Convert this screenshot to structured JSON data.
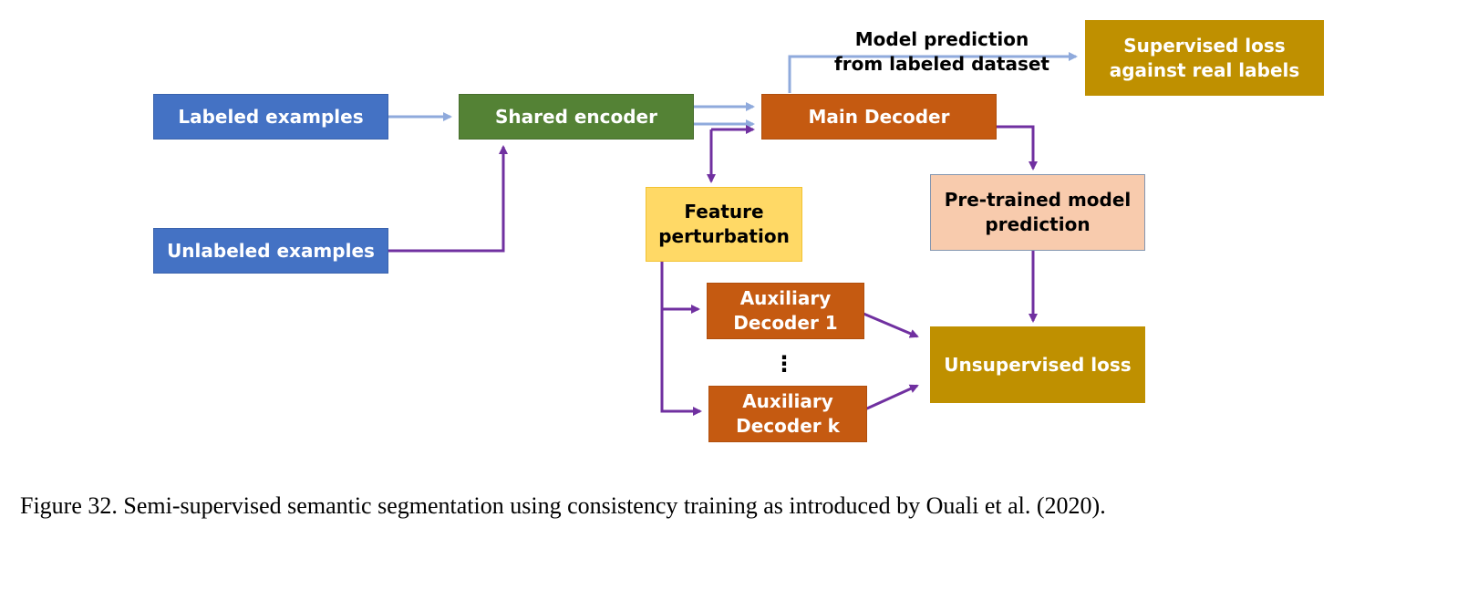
{
  "nodes": {
    "labeled_examples": "Labeled examples",
    "unlabeled_examples": "Unlabeled examples",
    "shared_encoder": "Shared encoder",
    "main_decoder": "Main Decoder",
    "supervised_loss": "Supervised loss\nagainst real labels",
    "feature_perturbation": "Feature\nperturbation",
    "pretrained_prediction": "Pre-trained model\nprediction",
    "auxiliary_decoder_1": "Auxiliary\nDecoder 1",
    "auxiliary_decoder_k": "Auxiliary\nDecoder k",
    "unsupervised_loss": "Unsupervised loss"
  },
  "labels": {
    "model_prediction": "Model prediction\nfrom labeled dataset",
    "ellipsis": "⋮"
  },
  "caption": "Figure 32. Semi-supervised semantic segmentation using consistency training as introduced by Ouali et al. (2020).",
  "colors": {
    "labeled_flow": "#8faadc",
    "unlabeled_flow": "#7030a0",
    "blue": "#4472c4",
    "green": "#548235",
    "orange": "#c55a11",
    "gold": "#bf9000",
    "yellow": "#ffd966",
    "peach": "#f8cbad"
  }
}
